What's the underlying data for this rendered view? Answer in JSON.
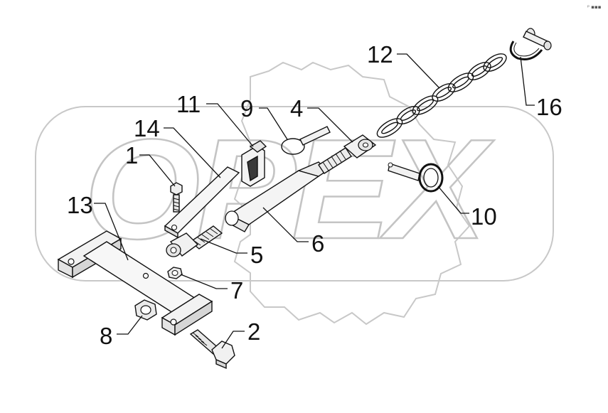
{
  "corner_mark": "ᵖ ▪▪▪",
  "watermark": {
    "text": "OPEX"
  },
  "callouts": [
    {
      "id": "c1",
      "label": "1"
    },
    {
      "id": "c2",
      "label": "2"
    },
    {
      "id": "c4",
      "label": "4"
    },
    {
      "id": "c5",
      "label": "5"
    },
    {
      "id": "c6",
      "label": "6"
    },
    {
      "id": "c7",
      "label": "7"
    },
    {
      "id": "c8",
      "label": "8"
    },
    {
      "id": "c9",
      "label": "9"
    },
    {
      "id": "c10",
      "label": "10"
    },
    {
      "id": "c11",
      "label": "11"
    },
    {
      "id": "c12",
      "label": "12"
    },
    {
      "id": "c13",
      "label": "13"
    },
    {
      "id": "c14",
      "label": "14"
    },
    {
      "id": "c16",
      "label": "16"
    }
  ]
}
